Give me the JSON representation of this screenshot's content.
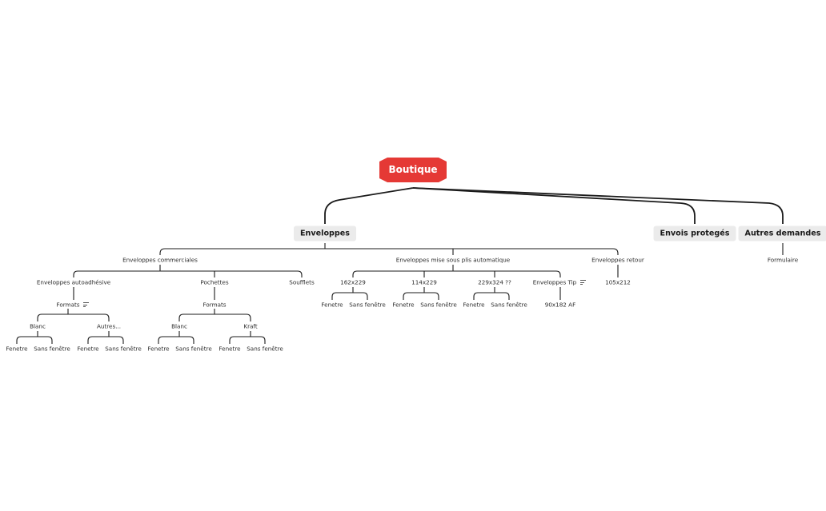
{
  "colors": {
    "root_fill": "#e53935",
    "root_text": "#ffffff",
    "line": "#1b1b1b",
    "topic_bg": "#ebebeb"
  },
  "root": {
    "label": "Boutique"
  },
  "main_topics": {
    "enveloppes": "Enveloppes",
    "envois_proteges": "Envois protegés",
    "autres_demandes": "Autres demandes"
  },
  "enveloppes": {
    "commerciales": {
      "label": "Enveloppes commerciales",
      "autoadhesive": {
        "label": "Enveloppes autoadhésive",
        "formats": "Formats",
        "blanc": {
          "label": "Blanc",
          "fenetre": "Fenetre",
          "sans_fenetre": "Sans fenêtre"
        },
        "autres": {
          "label": "Autres...",
          "fenetre": "Fenetre",
          "sans_fenetre": "Sans fenêtre"
        }
      },
      "pochettes": {
        "label": "Pochettes",
        "formats": "Formats",
        "blanc": {
          "label": "Blanc",
          "fenetre": "Fenetre",
          "sans_fenetre": "Sans fenêtre"
        },
        "kraft": {
          "label": "Kraft",
          "fenetre": "Fenetre",
          "sans_fenetre": "Sans fenêtre"
        }
      },
      "soufflets": "Soufflets"
    },
    "mise_sous_plis": {
      "label": "Enveloppes mise sous plis automatique",
      "f162": {
        "label": "162x229",
        "fenetre": "Fenetre",
        "sans_fenetre": "Sans fenêtre"
      },
      "f114": {
        "label": "114x229",
        "fenetre": "Fenetre",
        "sans_fenetre": "Sans fenêtre"
      },
      "f229": {
        "label": "229x324 ??",
        "fenetre": "Fenetre",
        "sans_fenetre": "Sans fenêtre"
      },
      "tip": {
        "label": "Enveloppes Tip",
        "child": "90x182 AF"
      }
    },
    "retour": {
      "label": "Enveloppes retour",
      "child": "105x212"
    }
  },
  "autres_demandes": {
    "formulaire": "Formulaire"
  }
}
